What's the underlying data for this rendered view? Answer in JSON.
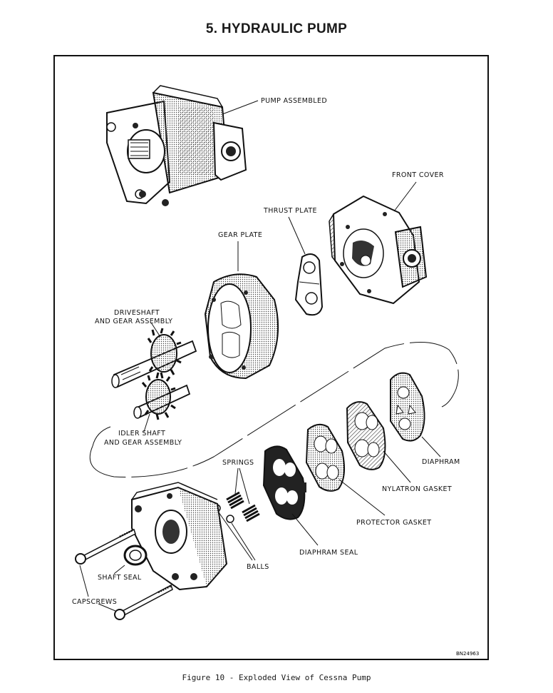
{
  "page": {
    "title": "5. HYDRAULIC PUMP",
    "caption": "Figure 10 - Exploded View of Cessna Pump",
    "drawing_number": "BN24963"
  },
  "labels": {
    "pump_assembled": "PUMP ASSEMBLED",
    "front_cover": "FRONT COVER",
    "thrust_plate": "THRUST PLATE",
    "gear_plate": "GEAR PLATE",
    "driveshaft_line1": "DRIVESHAFT",
    "driveshaft_line2": "AND GEAR ASSEMBLY",
    "idler_line1": "IDLER SHAFT",
    "idler_line2": "AND GEAR ASSEMBLY",
    "springs": "SPRINGS",
    "diaphram": "DIAPHRAM",
    "nylatron_gasket": "NYLATRON GASKET",
    "protector_gasket": "PROTECTOR GASKET",
    "diaphram_seal": "DIAPHRAM SEAL",
    "balls": "BALLS",
    "shaft_seal": "SHAFT SEAL",
    "capscrews": "CAPSCREWS"
  }
}
